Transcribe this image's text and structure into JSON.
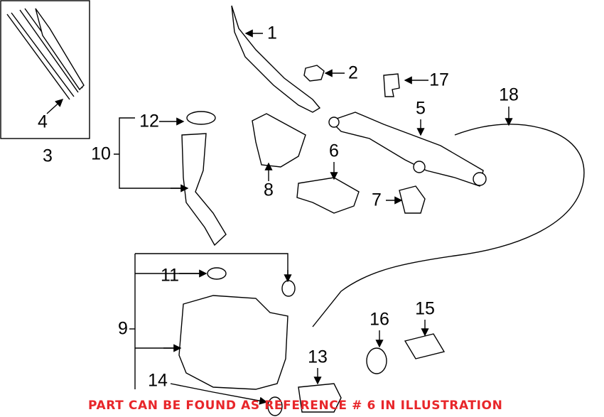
{
  "callouts": {
    "c1": "1",
    "c2": "2",
    "c3": "3",
    "c4": "4",
    "c5": "5",
    "c6": "6",
    "c7": "7",
    "c8": "8",
    "c9": "9",
    "c10": "10",
    "c11": "11",
    "c12": "12",
    "c13": "13",
    "c14": "14",
    "c15": "15",
    "c16": "16",
    "c17": "17",
    "c18": "18"
  },
  "notice": {
    "text": "PART CAN BE FOUND AS REFERENCE # 6 IN ILLUSTRATION",
    "color": "#e8262a"
  }
}
